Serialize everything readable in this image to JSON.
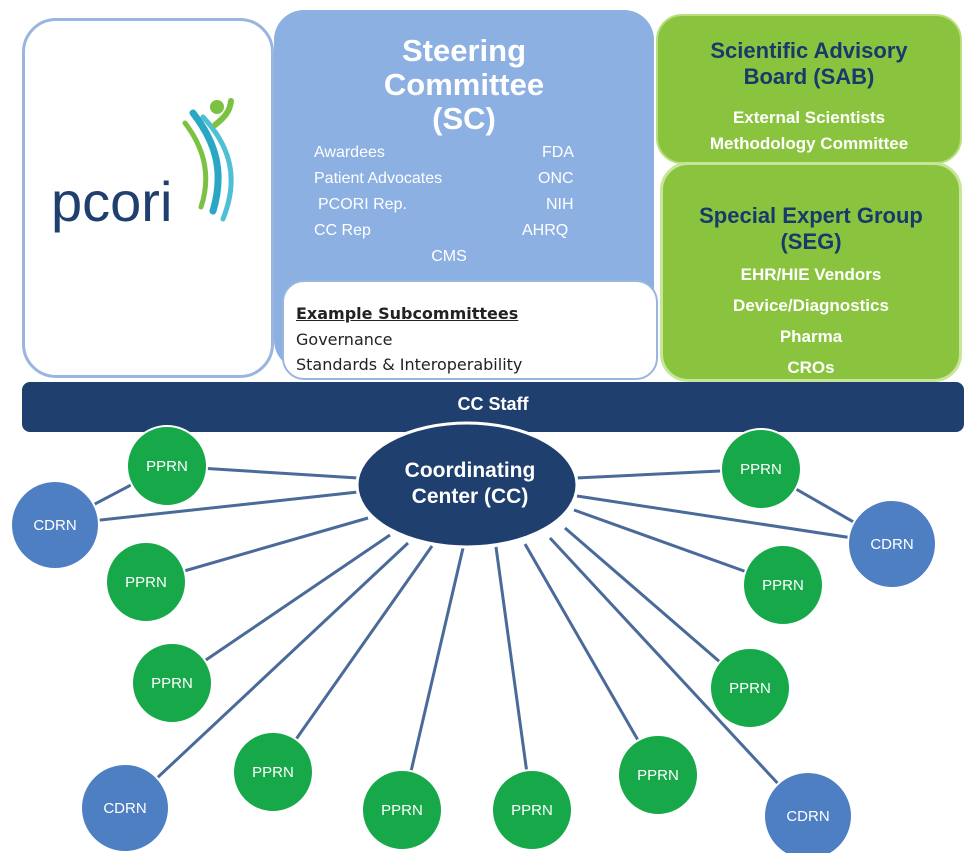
{
  "logo": {
    "text": "pcori",
    "brand_color": "#1f3f6e",
    "accent_colors": [
      "#2aa7c4",
      "#7cc242"
    ]
  },
  "steering_committee": {
    "title_line1": "Steering",
    "title_line2": "Committee",
    "title_line3": "(SC)",
    "members_left": [
      "Awardees",
      "Patient Advocates",
      "PCORI  Rep.",
      "CC Rep"
    ],
    "members_right": [
      "FDA",
      "ONC",
      "NIH",
      "AHRQ"
    ],
    "member_center": "CMS",
    "color": "#8db0e2"
  },
  "subcommittees": {
    "heading": "Example Subcommittees",
    "items": [
      "Governance",
      "Standards & Interoperability"
    ]
  },
  "sab": {
    "title_line1": "Scientific Advisory",
    "title_line2": "Board (SAB)",
    "items": [
      "External Scientists",
      "Methodology Committee"
    ],
    "color": "#8ac43f"
  },
  "seg": {
    "title_line1": "Special Expert Group",
    "title_line2": "(SEG)",
    "items": [
      "EHR/HIE  Vendors",
      "Device/Diagnostics",
      "Pharma",
      "CROs"
    ]
  },
  "staff_bar": {
    "label": "CC Staff",
    "color": "#1f3f6e"
  },
  "coordinating_center": {
    "line1": "Coordinating",
    "line2": "Center (CC)",
    "color": "#1f3f6e"
  },
  "network_nodes": {
    "pprn_label": "PPRN",
    "cdrn_label": "CDRN",
    "pprn_color": "#17a84a",
    "cdrn_color": "#4f7fc3",
    "edge_color": "#4a6a9a"
  }
}
